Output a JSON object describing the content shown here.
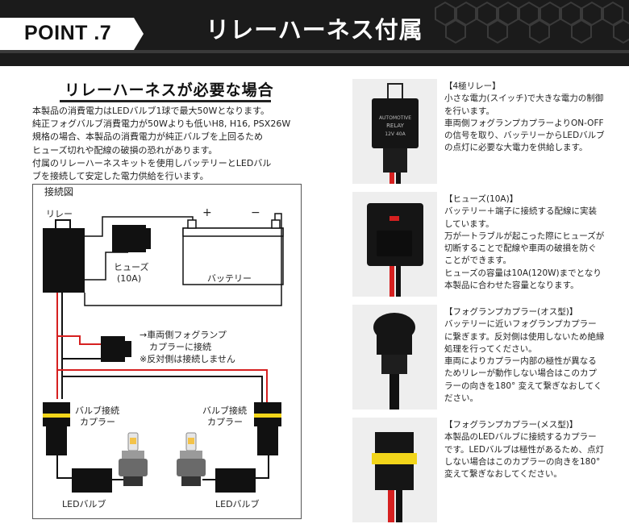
{
  "header": {
    "point_label": "POINT .7",
    "title": "リレーハーネス付属"
  },
  "section": {
    "title": "リレーハーネスが必要な場合",
    "intro_lines": [
      "本製品の消費電力はLEDバルブ1球で最大50Wとなります。",
      "純正フォグバルブ消費電力が50Wよりも低いH8, H16, PSX26W",
      "規格の場合、本製品の消費電力が純正バルブを上回るため",
      "ヒューズ切れや配線の破損の恐れがあります。",
      "付属のリレーハーネスキットを使用しバッテリーとLEDバル",
      "ブを接続して安定した電力供給を行います。"
    ]
  },
  "diagram": {
    "title": "接続図",
    "relay_label": "リレー",
    "relay_text": [
      "AUTOMOTIVE",
      "RELAY",
      "12V 40A"
    ],
    "fuse_label_1": "ヒューズ",
    "fuse_label_2": "(10A)",
    "battery_label": "バッテリー",
    "battery_plus": "+",
    "battery_minus": "−",
    "coupler_note_1": "→車両側フォグランプ",
    "coupler_note_2": "カプラーに接続",
    "coupler_note_3": "※反対側は接続しません",
    "bulb_coupler_left_1": "バルブ接続",
    "bulb_coupler_left_2": "カプラー",
    "bulb_coupler_right_1": "バルブ接続",
    "bulb_coupler_right_2": "カプラー",
    "led_left": "LEDバルブ",
    "led_right": "LEDバルブ"
  },
  "items": [
    {
      "heading": "【4極リレー】",
      "lines": [
        "小さな電力(スイッチ)で大きな電力の制御",
        "を行います。",
        "車両側フォグランプカプラーよりON-OFF",
        "の信号を取り、バッテリーからLEDバルブ",
        "の点灯に必要な大電力を供給します。"
      ]
    },
    {
      "heading": "【ヒューズ(10A)】",
      "lines": [
        "バッテリー＋端子に接続する配線に実装",
        "しています。",
        "万が一トラブルが起こった際にヒューズが",
        "切断することで配線や車両の破損を防ぐ",
        "ことができます。",
        "ヒューズの容量は10A(120W)までとなり",
        "本製品に合わせた容量となります。"
      ]
    },
    {
      "heading": "【フォグランプカプラー(オス型)】",
      "lines": [
        "バッテリーに近いフォグランプカプラー",
        "に繋ぎます。反対側は使用しないため絶縁",
        "処理を行ってください。",
        "車両によりカプラー内部の極性が異なる",
        "ためリレーが動作しない場合はこのカプ",
        "ラーの向きを180° 変えて繋ぎなおしてく",
        "ださい。"
      ]
    },
    {
      "heading": "【フォグランプカプラー(メス型)】",
      "lines": [
        "本製品のLEDバルブに接続するカプラー",
        "です。LEDバルブは極性があるため、点灯",
        "しない場合はこのカプラーの向きを180°",
        "変えて繋ぎなおしてください。"
      ]
    }
  ],
  "colors": {
    "banner": "#1b1b1b",
    "wire_red": "#d62020",
    "wire_black": "#111111",
    "coupler_yellow": "#f2d51a"
  }
}
